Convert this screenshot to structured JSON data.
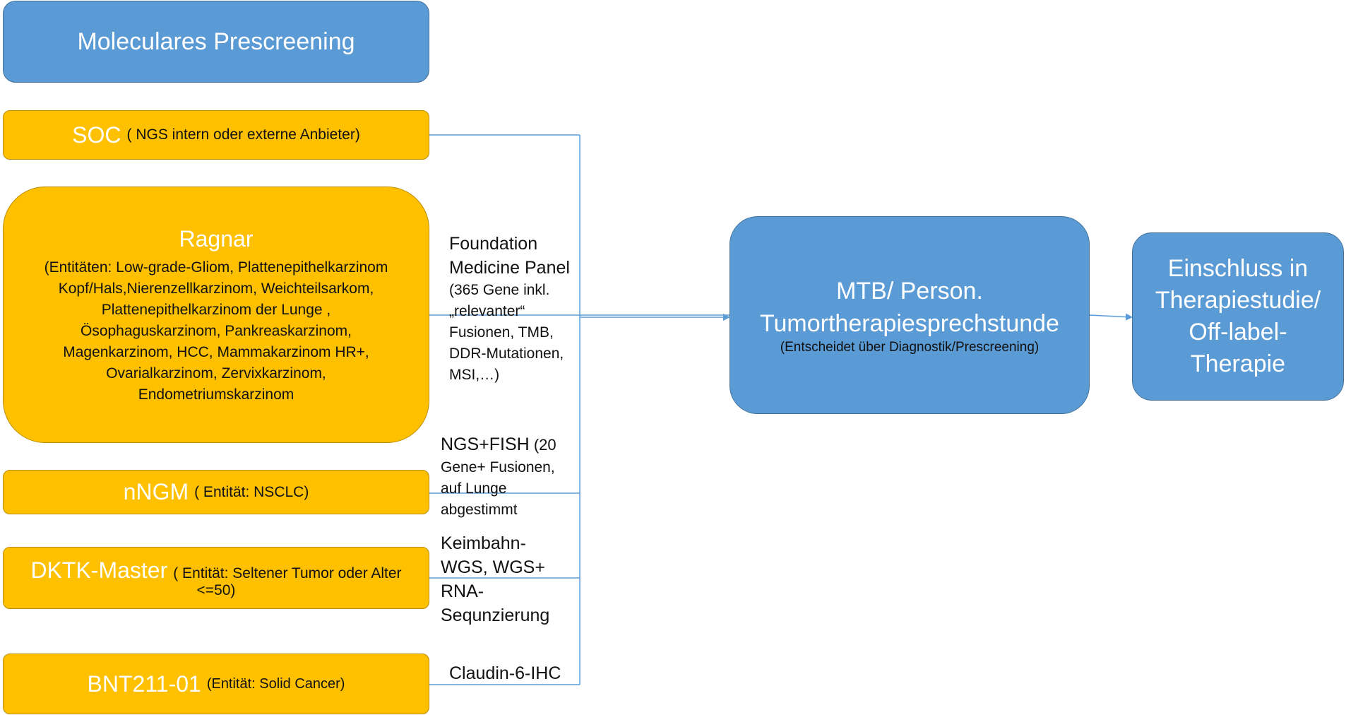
{
  "header": {
    "title": "Moleculares Prescreening"
  },
  "sources": {
    "soc": {
      "name": "SOC",
      "detail": "( NGS intern oder externe Anbieter)"
    },
    "ragnar": {
      "name": "Ragnar",
      "detail_lines": [
        "(Entitäten: Low-grade-Gliom, Plattenepithelkarzinom",
        "Kopf/Hals,Nierenzellkarzinom, Weichteilsarkom,",
        "Plattenepithelkarzinom der Lunge ,",
        "Ösophaguskarzinom, Pankreaskarzinom,",
        "Magenkarzinom, HCC, Mammakarzinom HR+,",
        "Ovarialkarzinom, Zervixkarzinom,",
        "Endometriumskarzinom"
      ]
    },
    "nngm": {
      "name": "nNGM",
      "detail": "( Entität: NSCLC)"
    },
    "dktk": {
      "name": "DKTK-Master",
      "detail": "( Entität: Seltener Tumor oder Alter",
      "detail2": "<=50)"
    },
    "bnt": {
      "name": "BNT211-01",
      "detail": "(Entität: Solid Cancer)"
    }
  },
  "notes": {
    "foundation": {
      "line1": "Foundation",
      "line2": "Medicine Panel",
      "detail_lines": [
        "(365 Gene inkl.",
        "„relevanter“",
        "Fusionen, TMB,",
        "DDR-Mutationen,",
        "MSI,…)"
      ]
    },
    "ngs_fish": {
      "line1": "NGS+FISH",
      "line1_tail": " (20",
      "detail_lines": [
        "Gene+ Fusionen,",
        "auf Lunge",
        "abgestimmt"
      ]
    },
    "keimbahn": {
      "lines": [
        "Keimbahn-",
        "WGS, WGS+",
        "RNA-",
        "Sequnzierung"
      ]
    },
    "claudin": {
      "text": "Claudin-6-IHC"
    }
  },
  "mtb": {
    "line1": "MTB/ Person.",
    "line2": "Tumortherapiesprechstunde",
    "detail": "(Entscheidet über Diagnostik/Prescreening)"
  },
  "outcome": {
    "lines": [
      "Einschluss in",
      "Therapiestudie/",
      "Off-label-",
      "Therapie"
    ]
  },
  "colors": {
    "blue_fill": "#5b9bd5",
    "blue_border": "#41719c",
    "gold_fill": "#ffc000",
    "gold_border": "#bc8c00",
    "connector": "#5b9bd5"
  }
}
